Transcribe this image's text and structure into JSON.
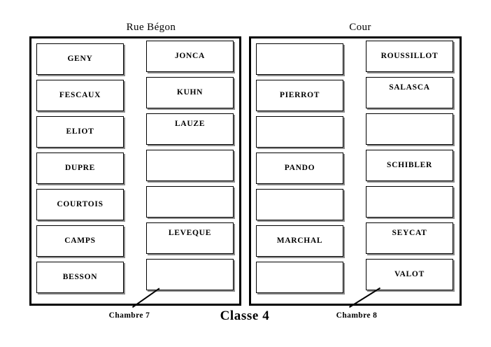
{
  "plan": {
    "title_left": "Rue Bégon",
    "title_right": "Cour",
    "rooms": [
      {
        "id": "chambre-7",
        "side_title": "Rue Bégon",
        "caption": "Chambre  7",
        "columns": [
          {
            "id": "left-col-a",
            "desks": [
              {
                "name": "GENY",
                "occupied": true
              },
              {
                "name": "FESCAUX",
                "occupied": true
              },
              {
                "name": "ELIOT",
                "occupied": true
              },
              {
                "name": "DUPRE",
                "occupied": true
              },
              {
                "name": "COURTOIS",
                "occupied": true
              },
              {
                "name": "CAMPS",
                "occupied": true
              },
              {
                "name": "BESSON",
                "occupied": true
              }
            ]
          },
          {
            "id": "left-col-b",
            "desks": [
              {
                "name": "JONCA",
                "occupied": true,
                "align": "middle"
              },
              {
                "name": "KUHN",
                "occupied": true,
                "align": "middle"
              },
              {
                "name": "LAUZE",
                "occupied": true,
                "align": "high"
              },
              {
                "name": "",
                "occupied": false
              },
              {
                "name": "",
                "occupied": false
              },
              {
                "name": "LEVEQUE",
                "occupied": true,
                "align": "high"
              },
              {
                "name": "",
                "occupied": false
              }
            ]
          }
        ]
      },
      {
        "id": "chambre-8",
        "side_title": "Cour",
        "caption": "Chambre 8",
        "columns": [
          {
            "id": "right-col-a",
            "desks": [
              {
                "name": "",
                "occupied": false
              },
              {
                "name": "PIERROT",
                "occupied": true,
                "align": "middle"
              },
              {
                "name": "",
                "occupied": false
              },
              {
                "name": "PANDO",
                "occupied": true,
                "align": "middle"
              },
              {
                "name": "",
                "occupied": false
              },
              {
                "name": "MARCHAL",
                "occupied": true,
                "align": "middle"
              },
              {
                "name": "",
                "occupied": false
              }
            ]
          },
          {
            "id": "right-col-b",
            "desks": [
              {
                "name": "ROUSSILLOT",
                "occupied": true,
                "align": "middle"
              },
              {
                "name": "SALASCA",
                "occupied": true,
                "align": "high"
              },
              {
                "name": "",
                "occupied": false
              },
              {
                "name": "SCHIBLER",
                "occupied": true,
                "align": "middle"
              },
              {
                "name": "",
                "occupied": false
              },
              {
                "name": "SEYCAT",
                "occupied": true,
                "align": "high"
              },
              {
                "name": "VALOT",
                "occupied": true,
                "align": "middle"
              }
            ]
          }
        ]
      }
    ],
    "center_caption": "Classe 4",
    "colors": {
      "ink": "#000000",
      "paper": "#ffffff",
      "desk_shadow": "#8c8c8c"
    }
  }
}
